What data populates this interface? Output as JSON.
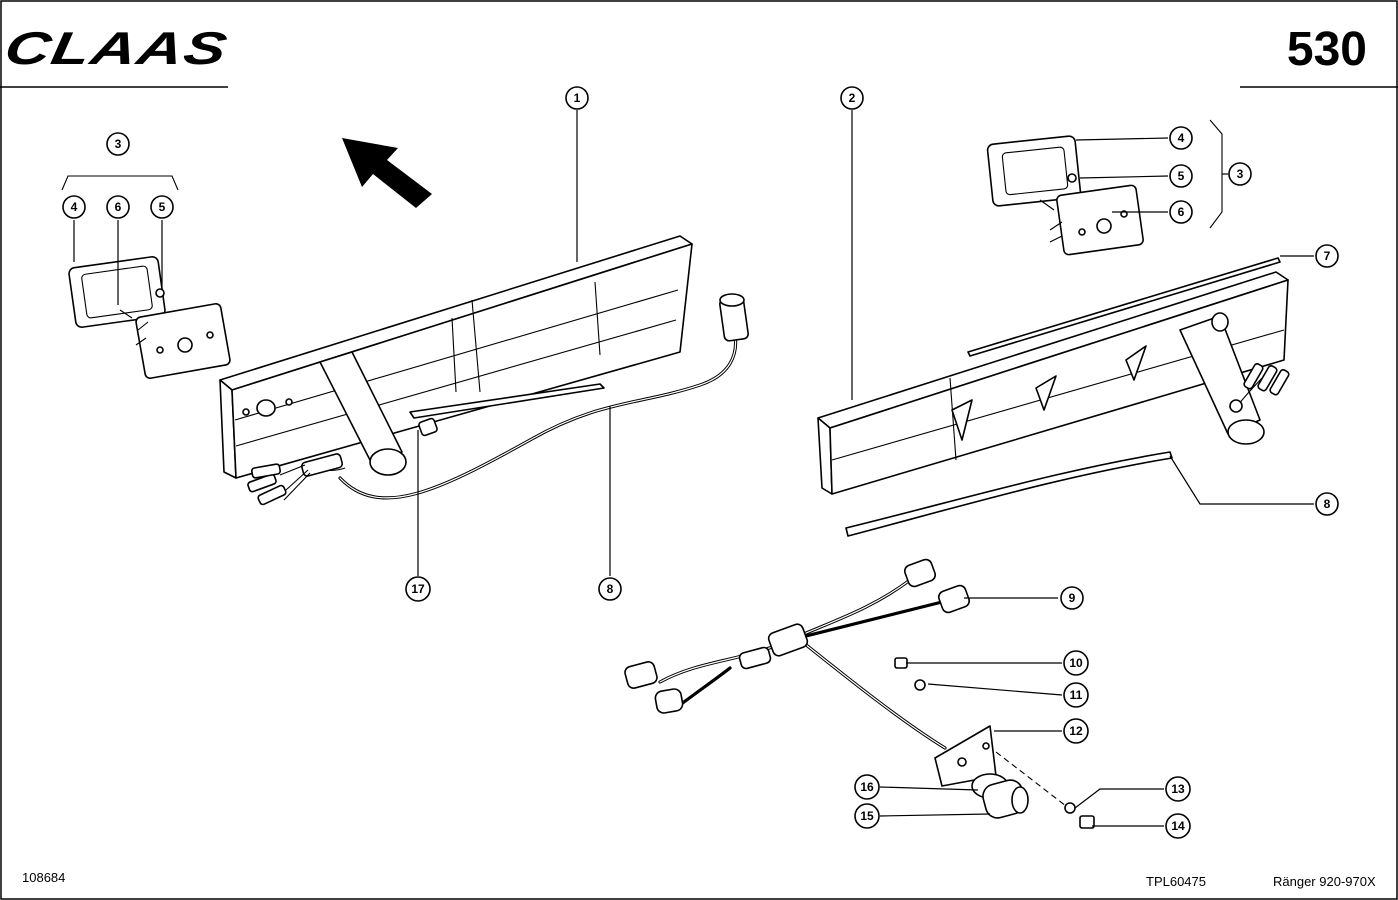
{
  "header": {
    "brand": "CLAAS",
    "page_number": "530"
  },
  "footer": {
    "drawing_id": "108684",
    "reference": "TPL60475",
    "model": "Ränger 920-970X"
  },
  "callouts": [
    {
      "id": "c1",
      "label": "1"
    },
    {
      "id": "c2",
      "label": "2"
    },
    {
      "id": "c3a",
      "label": "3"
    },
    {
      "id": "c4a",
      "label": "4"
    },
    {
      "id": "c6a",
      "label": "6"
    },
    {
      "id": "c5a",
      "label": "5"
    },
    {
      "id": "c4b",
      "label": "4"
    },
    {
      "id": "c5b",
      "label": "5"
    },
    {
      "id": "c3b",
      "label": "3"
    },
    {
      "id": "c6b",
      "label": "6"
    },
    {
      "id": "c7",
      "label": "7"
    },
    {
      "id": "c8b",
      "label": "8"
    },
    {
      "id": "c17",
      "label": "17"
    },
    {
      "id": "c8a",
      "label": "8"
    },
    {
      "id": "c9",
      "label": "9"
    },
    {
      "id": "c10",
      "label": "10"
    },
    {
      "id": "c11",
      "label": "11"
    },
    {
      "id": "c12",
      "label": "12"
    },
    {
      "id": "c13",
      "label": "13"
    },
    {
      "id": "c14",
      "label": "14"
    },
    {
      "id": "c16",
      "label": "16"
    },
    {
      "id": "c15",
      "label": "15"
    }
  ]
}
